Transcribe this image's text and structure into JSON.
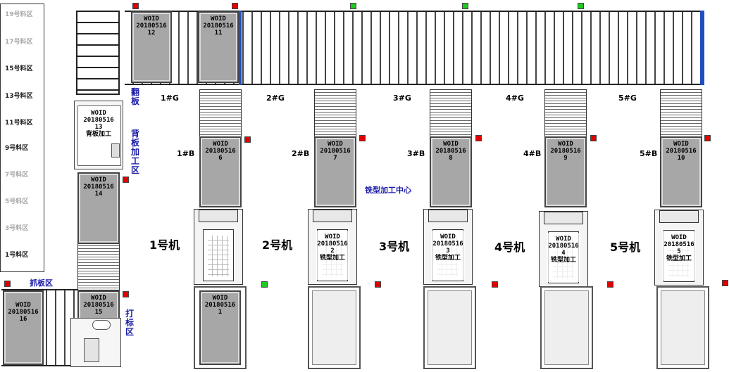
{
  "zones": [
    {
      "label": "19号料区",
      "active": false
    },
    {
      "label": "17号料区",
      "active": false
    },
    {
      "label": "15号料区",
      "active": true
    },
    {
      "label": "13号料区",
      "active": true
    },
    {
      "label": "11号料区",
      "active": true
    },
    {
      "label": "9号料区",
      "active": true
    },
    {
      "label": "7号料区",
      "active": false
    },
    {
      "label": "5号料区",
      "active": false
    },
    {
      "label": "3号料区",
      "active": false
    },
    {
      "label": "1号料区",
      "active": true
    }
  ],
  "pallets": {
    "top_12": {
      "woid": "WOID",
      "date": "20180516",
      "num": "12"
    },
    "top_11": {
      "woid": "WOID",
      "date": "20180516",
      "num": "11"
    },
    "back_13": {
      "woid": "WOID",
      "date": "20180516",
      "num": "13",
      "op": "背板加工"
    },
    "left_14": {
      "woid": "WOID",
      "date": "20180516",
      "num": "14"
    },
    "grab_16": {
      "woid": "WOID",
      "date": "20180516",
      "num": "16"
    },
    "mark_15": {
      "woid": "WOID",
      "date": "20180516",
      "num": "15"
    }
  },
  "labels": {
    "flip": "翻板",
    "back_area": "背板加工区",
    "grab_area": "抓板区",
    "mark_area": "打标区",
    "mill_center": "铣型加工中心"
  },
  "stations": [
    {
      "g": "1#G",
      "b": "1#B",
      "machine": "1号机",
      "b_pallet": {
        "woid": "WOID",
        "date": "20180516",
        "num": "6"
      },
      "machine_pallet": null,
      "tray_pallet": {
        "woid": "WOID",
        "date": "20180516",
        "num": "1"
      }
    },
    {
      "g": "2#G",
      "b": "2#B",
      "machine": "2号机",
      "b_pallet": {
        "woid": "WOID",
        "date": "20180516",
        "num": "7"
      },
      "machine_pallet": {
        "woid": "WOID",
        "date": "20180516",
        "num": "2",
        "op": "铣型加工"
      },
      "tray_pallet": null
    },
    {
      "g": "3#G",
      "b": "3#B",
      "machine": "3号机",
      "b_pallet": {
        "woid": "WOID",
        "date": "20180516",
        "num": "8"
      },
      "machine_pallet": {
        "woid": "WOID",
        "date": "20180516",
        "num": "3",
        "op": "铣型加工"
      },
      "tray_pallet": null
    },
    {
      "g": "4#G",
      "b": "4#B",
      "machine": "4号机",
      "b_pallet": {
        "woid": "WOID",
        "date": "20180516",
        "num": "9"
      },
      "machine_pallet": {
        "woid": "WOID",
        "date": "20180516",
        "num": "4",
        "op": "铣型加工"
      },
      "tray_pallet": null
    },
    {
      "g": "5#G",
      "b": "5#B",
      "machine": "5号机",
      "b_pallet": {
        "woid": "WOID",
        "date": "20180516",
        "num": "10"
      },
      "machine_pallet": {
        "woid": "WOID",
        "date": "20180516",
        "num": "5",
        "op": "铣型加工"
      },
      "tray_pallet": null
    }
  ],
  "colors": {
    "indicator_red": "#e00000",
    "indicator_green": "#1fc91f",
    "label_blue": "#1a1aa8",
    "pallet_gray": "#a7a7a7"
  }
}
